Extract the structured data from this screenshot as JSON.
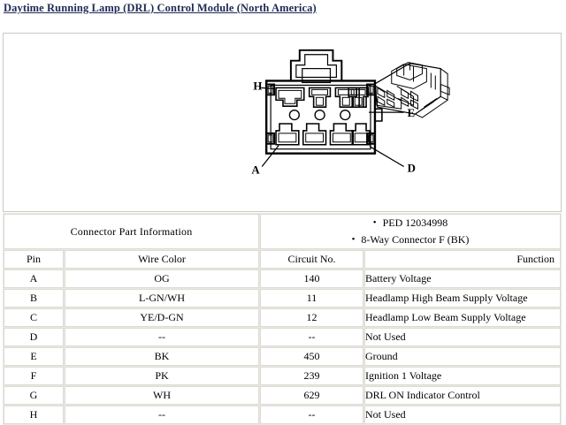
{
  "page": {
    "title": "Daytime Running Lamp (DRL) Control Module (North America)"
  },
  "diagram": {
    "name": "connector-end-view",
    "description": "Front face view of an 8-way black connector with terminal cavities, plus an isometric view of the connector body",
    "callouts": [
      {
        "id": "callout-h",
        "label": "H",
        "position": "top-left"
      },
      {
        "id": "callout-e",
        "label": "E",
        "position": "top-right"
      },
      {
        "id": "callout-a",
        "label": "A",
        "position": "bottom-left"
      },
      {
        "id": "callout-d",
        "label": "D",
        "position": "bottom-right"
      }
    ]
  },
  "connector_part_information": {
    "heading": "Connector Part Information",
    "bullets": [
      "PED 12034998",
      "8-Way Connector F (BK)"
    ]
  },
  "pin_table": {
    "columns": [
      "Pin",
      "Wire Color",
      "Circuit No.",
      "Function"
    ],
    "rows": [
      {
        "pin": "A",
        "wire_color": "OG",
        "circuit_no": "140",
        "function": "Battery Voltage"
      },
      {
        "pin": "B",
        "wire_color": "L-GN/WH",
        "circuit_no": "11",
        "function": "Headlamp High Beam Supply Voltage"
      },
      {
        "pin": "C",
        "wire_color": "YE/D-GN",
        "circuit_no": "12",
        "function": "Headlamp Low Beam Supply Voltage"
      },
      {
        "pin": "D",
        "wire_color": "--",
        "circuit_no": "--",
        "function": "Not Used"
      },
      {
        "pin": "E",
        "wire_color": "BK",
        "circuit_no": "450",
        "function": "Ground"
      },
      {
        "pin": "F",
        "wire_color": "PK",
        "circuit_no": "239",
        "function": "Ignition 1 Voltage"
      },
      {
        "pin": "G",
        "wire_color": "WH",
        "circuit_no": "629",
        "function": "DRL ON Indicator Control"
      },
      {
        "pin": "H",
        "wire_color": "--",
        "circuit_no": "--",
        "function": "Not Used"
      }
    ]
  },
  "colors": {
    "title": "#1f2a55",
    "border": "#c9c9c2",
    "grid": "#dddbd3",
    "ink": "#000000"
  }
}
